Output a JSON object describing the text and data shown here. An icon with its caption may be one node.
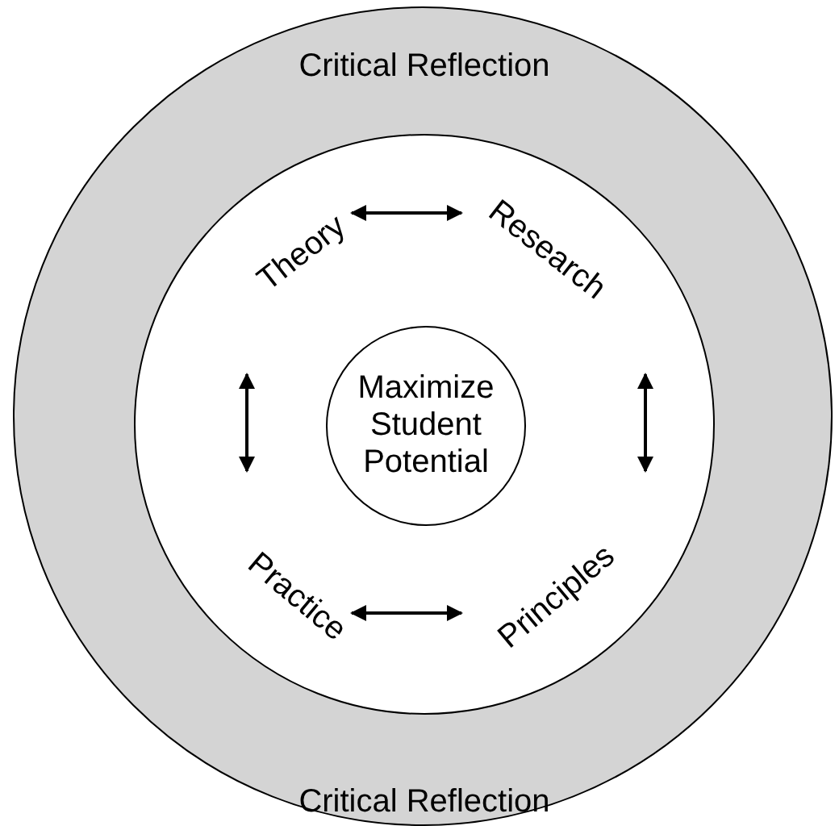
{
  "diagram": {
    "nodes": [
      {
        "text": [
          "Critical Reflection",
          "Critical Reflection"
        ]
      },
      {
        "text": [],
        "shape": "circle",
        "in": 0
      },
      {
        "text": [
          "Theory"
        ],
        "in": 1
      },
      {
        "text": [
          "Research"
        ],
        "in": 1
      },
      {
        "text": [
          "Maximize Student Potential"
        ],
        "in": 1
      },
      {
        "text": [
          "Practice"
        ],
        "in": 1
      },
      {
        "text": [
          "Principles"
        ],
        "in": 1
      }
    ],
    "edges": [
      {
        "from": 2,
        "to": 3,
        "arrow": "both"
      },
      {
        "from": 2,
        "to": 5,
        "arrow": "both"
      },
      {
        "from": 3,
        "to": 6,
        "arrow": "both"
      },
      {
        "from": 5,
        "to": 6,
        "arrow": "both"
      }
    ]
  }
}
